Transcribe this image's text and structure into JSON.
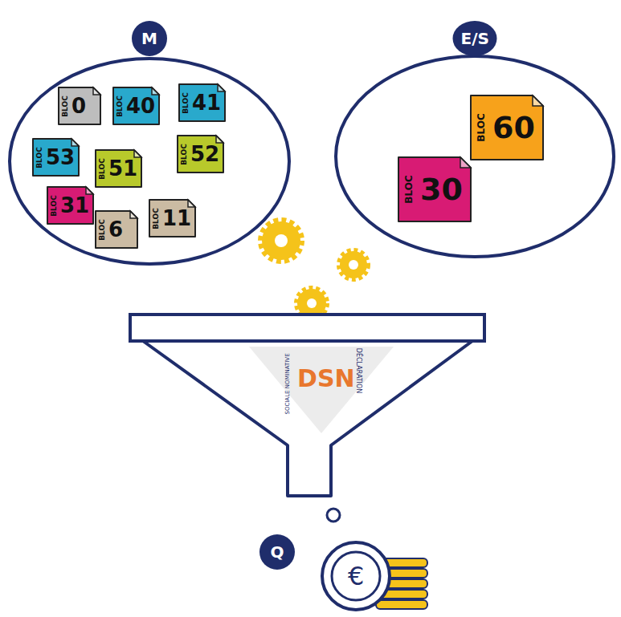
{
  "diagram": {
    "nodes": [
      {
        "text": [
          "M"
        ]
      },
      {
        "text": [
          "BLOC",
          "0"
        ],
        "in": 0
      },
      {
        "text": [
          "BLOC",
          "40"
        ],
        "in": 0
      },
      {
        "text": [
          "BLOC",
          "41"
        ],
        "in": 0
      },
      {
        "text": [
          "BLOC",
          "53"
        ],
        "in": 0
      },
      {
        "text": [
          "BLOC",
          "51"
        ],
        "in": 0
      },
      {
        "text": [
          "BLOC",
          "52"
        ],
        "in": 0
      },
      {
        "text": [
          "BLOC",
          "31"
        ],
        "in": 0
      },
      {
        "text": [
          "BLOC",
          "6"
        ],
        "in": 0
      },
      {
        "text": [
          "BLOC",
          "11"
        ],
        "in": 0
      },
      {
        "text": [
          "E/S"
        ]
      },
      {
        "text": [
          "BLOC",
          "60"
        ],
        "in": 10
      },
      {
        "text": [
          "BLOC",
          "30"
        ],
        "in": 10
      },
      {
        "text": [
          "DÉCLARATION",
          "SOCIALE NOMINATIVE",
          "DSN"
        ]
      },
      {
        "text": [
          "Q",
          "€"
        ]
      }
    ]
  }
}
